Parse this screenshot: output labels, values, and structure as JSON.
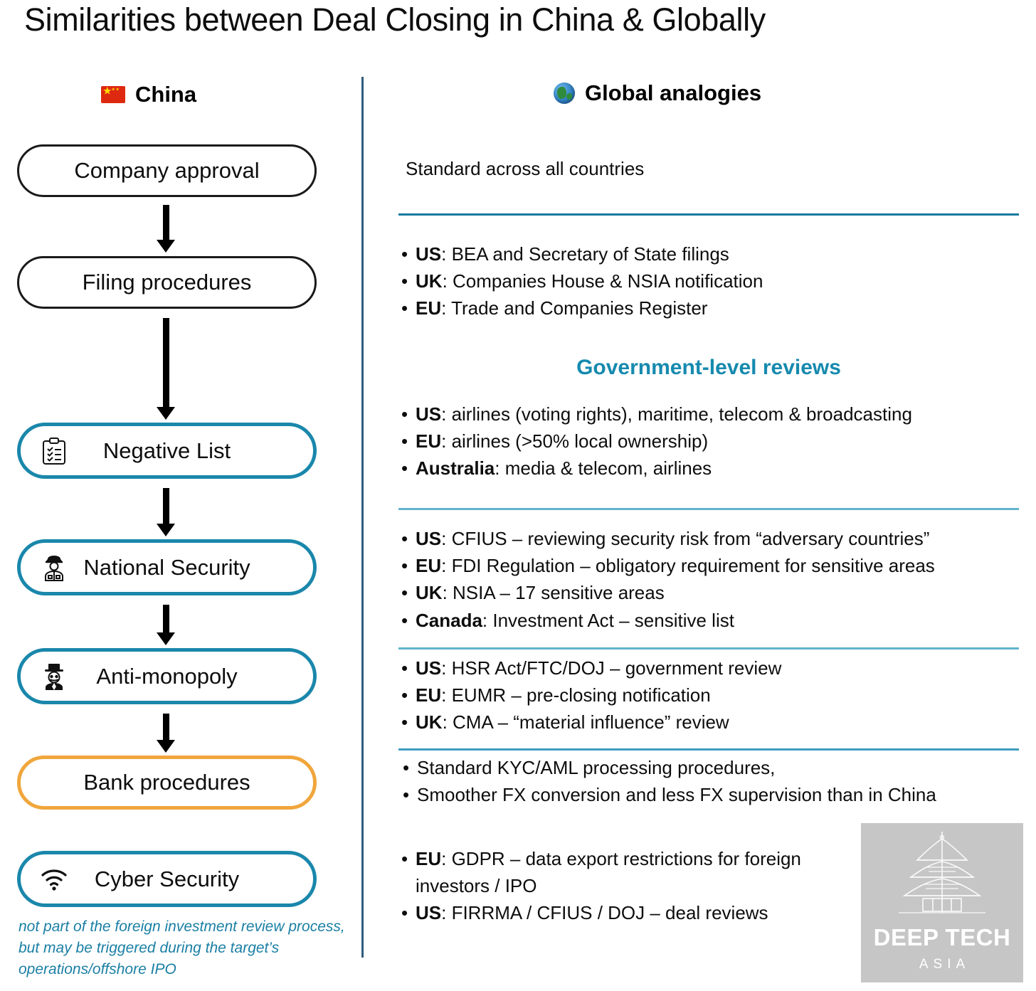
{
  "title": "Similarities between Deal Closing in China & Globally",
  "colors": {
    "teal": "#1a87ab",
    "amber": "#f0a63c",
    "divider_blue": "#2f5d7c",
    "section_heading": "#168aae",
    "footnote": "#1a7fa4",
    "logo_bg": "#c6c6c6"
  },
  "columns": {
    "left": {
      "icon": "china-flag-icon",
      "label": "China"
    },
    "right": {
      "icon": "globe-icon",
      "label": "Global analogies"
    }
  },
  "flow": {
    "nodes": [
      {
        "id": "company",
        "label": "Company approval",
        "style": "plain",
        "icon": null
      },
      {
        "id": "filing",
        "label": "Filing procedures",
        "style": "plain",
        "icon": null
      },
      {
        "id": "negative",
        "label": "Negative List",
        "style": "teal",
        "icon": "clipboard-checklist-icon"
      },
      {
        "id": "natsec",
        "label": "National Security",
        "style": "teal",
        "icon": "police-officer-icon"
      },
      {
        "id": "anti",
        "label": "Anti-monopoly",
        "style": "teal",
        "icon": "tophat-tycoon-icon"
      },
      {
        "id": "bank",
        "label": "Bank procedures",
        "style": "amber",
        "icon": null
      },
      {
        "id": "cyber",
        "label": "Cyber Security",
        "style": "teal",
        "icon": "wifi-icon"
      }
    ],
    "footnote": "not part of the foreign investment review process, but may be triggered during the target’s operations/offshore IPO"
  },
  "right": {
    "intro": "Standard across all countries",
    "section_government": "Government-level reviews",
    "filing_items": [
      {
        "label": "US",
        "text": ": BEA and Secretary of State filings"
      },
      {
        "label": "UK",
        "text": ": Companies House & NSIA notification"
      },
      {
        "label": "EU",
        "text": ": Trade and Companies Register"
      }
    ],
    "government_items": [
      {
        "label": "US",
        "text": ": airlines (voting rights), maritime, telecom & broadcasting"
      },
      {
        "label": "EU",
        "text": ": airlines (>50% local ownership)"
      },
      {
        "label": "Australia",
        "text": ": media & telecom, airlines"
      }
    ],
    "natsec_items": [
      {
        "label": "US",
        "text": ": CFIUS – reviewing security risk from “adversary countries”"
      },
      {
        "label": "EU",
        "text": ": FDI Regulation – obligatory  requirement for sensitive areas"
      },
      {
        "label": "UK",
        "text": ": NSIA – 17 sensitive areas"
      },
      {
        "label": "Canada",
        "text": ": Investment Act – sensitive list"
      }
    ],
    "antimonopoly_items": [
      {
        "label": "US",
        "text": ": HSR Act/FTC/DOJ – government review"
      },
      {
        "label": "EU",
        "text": ": EUMR – pre-closing notification"
      },
      {
        "label": "UK",
        "text": ": CMA – “material influence” review"
      }
    ],
    "bank_items": [
      {
        "label": "",
        "text": "Standard KYC/AML processing procedures,"
      },
      {
        "label": "",
        "text": "Smoother FX conversion and less FX supervision than in China"
      }
    ],
    "cyber_items": [
      {
        "label": "EU",
        "text": ": GDPR – data export restrictions for foreign investors / IPO"
      },
      {
        "label": "US",
        "text": ": FIRRMA / CFIUS / DOJ  – deal reviews"
      }
    ]
  },
  "logo": {
    "main": "DEEP TECH",
    "sub": "ASIA",
    "icon": "pagoda-icon"
  }
}
